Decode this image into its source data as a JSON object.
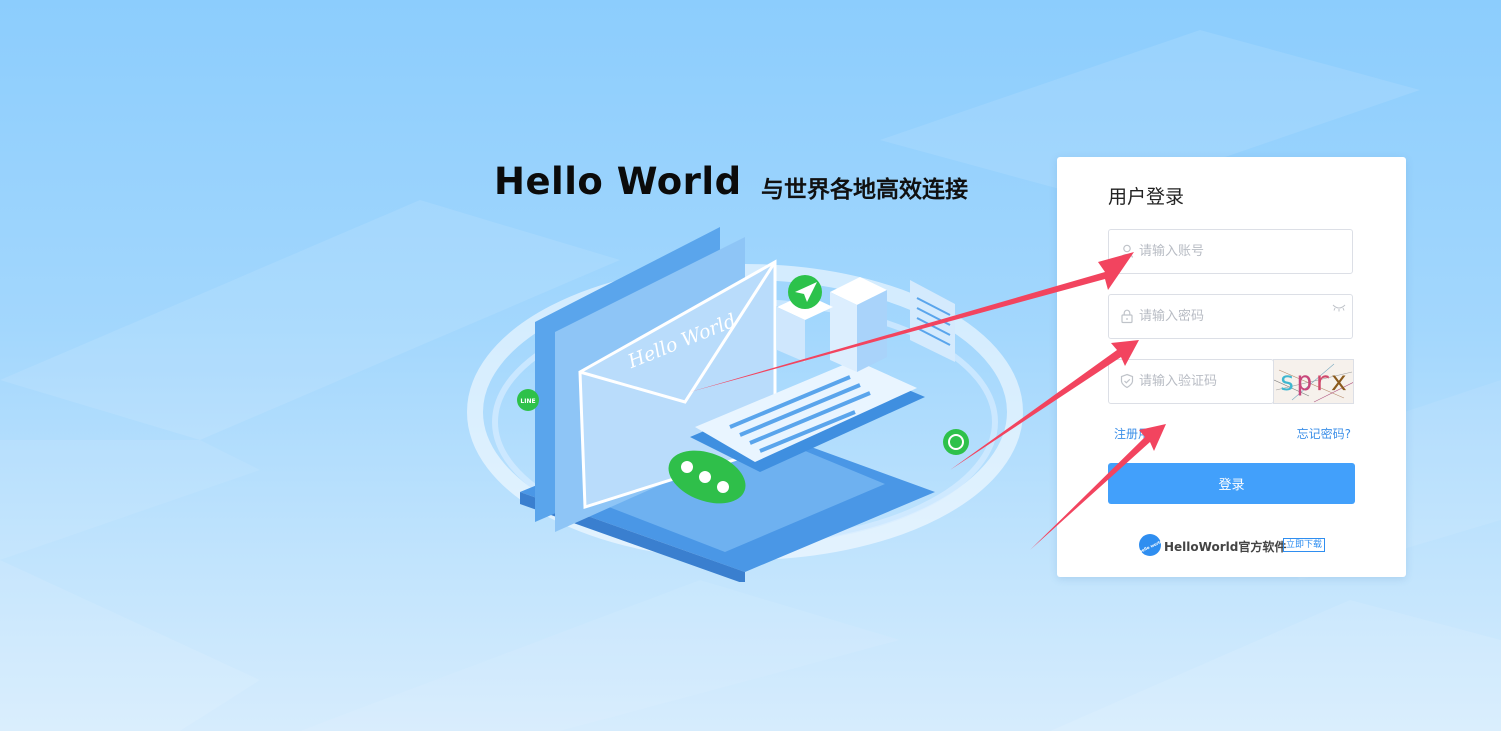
{
  "hero": {
    "title": "Hello World",
    "subtitle": "与世界各地高效连接",
    "envelope_text": "Hello World",
    "badge_line": "LINE"
  },
  "login": {
    "title": "用户登录",
    "account_placeholder": "请输入账号",
    "password_placeholder": "请输入密码",
    "captcha_placeholder": "请输入验证码",
    "captcha_chars": [
      "s",
      "p",
      "r",
      "x"
    ],
    "register_link": "注册用户",
    "forgot_link": "忘记密码?",
    "submit_label": "登录"
  },
  "promo": {
    "logo_text": "hello world",
    "text": "HelloWorld官方软件",
    "download_label": "立即下载"
  },
  "colors": {
    "accent": "#42a0fb",
    "link": "#3c8fe8",
    "annotation_arrow": "#f2445f"
  },
  "icons": {
    "account": "user-icon",
    "password": "lock-icon",
    "captcha": "shield-icon",
    "password_toggle": "eye-closed-icon"
  }
}
